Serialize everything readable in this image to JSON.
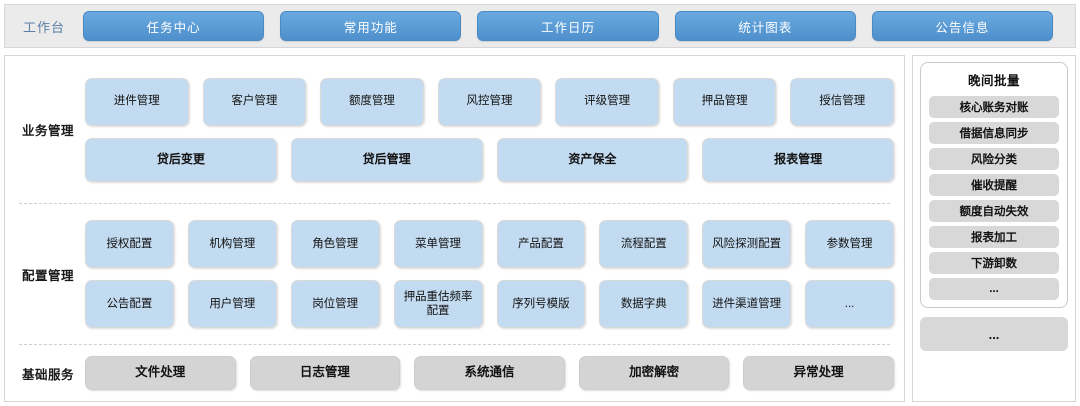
{
  "header": {
    "label": "工作台",
    "tabs": [
      {
        "label": "任务中心"
      },
      {
        "label": "常用功能"
      },
      {
        "label": "工作日历"
      },
      {
        "label": "统计图表"
      },
      {
        "label": "公告信息"
      }
    ]
  },
  "sections": [
    {
      "label": "业务管理",
      "rows": [
        [
          "进件管理",
          "客户管理",
          "额度管理",
          "风控管理",
          "评级管理",
          "押品管理",
          "授信管理"
        ],
        [
          "贷后变更",
          "贷后管理",
          "资产保全",
          "报表管理"
        ]
      ]
    },
    {
      "label": "配置管理",
      "rows": [
        [
          "授权配置",
          "机构管理",
          "角色管理",
          "菜单管理",
          "产品配置",
          "流程配置",
          "风险探测配置",
          "参数管理"
        ],
        [
          "公告配置",
          "用户管理",
          "岗位管理",
          "押品重估频率配置",
          "序列号模版",
          "数据字典",
          "进件渠道管理",
          "..."
        ]
      ]
    },
    {
      "label": "基础服务",
      "rows": [
        [
          "文件处理",
          "日志管理",
          "系统通信",
          "加密解密",
          "异常处理"
        ]
      ]
    }
  ],
  "right_panel": {
    "batch": {
      "title": "晚间批量",
      "items": [
        "核心账务对账",
        "借据信息同步",
        "风险分类",
        "催收提醒",
        "额度自动失效",
        "报表加工",
        "下游卸数",
        "..."
      ]
    },
    "more_label": "..."
  },
  "colors": {
    "header_bg": "#ebebeb",
    "tab_blue": "#5a9bd5",
    "cell_blue": "#c3dbf0",
    "cell_gray": "#d4d4d4",
    "label_blue": "#5b7fa6"
  }
}
